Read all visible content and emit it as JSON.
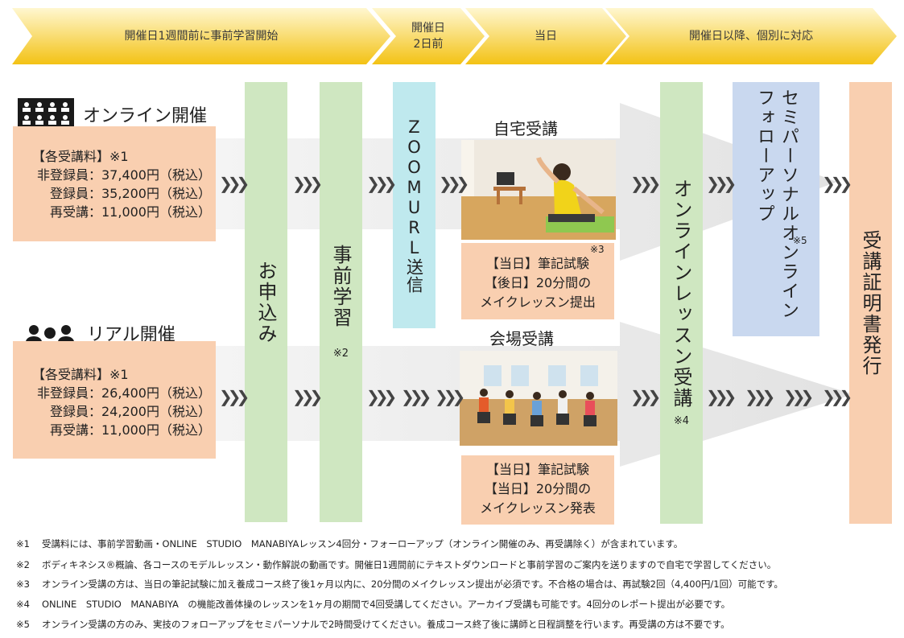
{
  "timeline": {
    "segments": [
      {
        "label": "開催日1週間前に事前学習開始"
      },
      {
        "label": "開催日\n2日前"
      },
      {
        "label": "当日"
      },
      {
        "label": "開催日以降、個別に対応"
      }
    ],
    "color": "#f5c518"
  },
  "online": {
    "heading": "オンライン開催",
    "fee_head": "【各受講料】※1",
    "fee_lines": [
      "非登録員：37,400円（税込）",
      "登録員：35,200円（税込）",
      "再受講：11,000円（税込）"
    ]
  },
  "real": {
    "heading": "リアル開催",
    "fee_head": "【各受講料】※1",
    "fee_lines": [
      "非登録員：26,400円（税込）",
      "登録員：24,200円（税込）",
      "再受講：11,000円（税込）"
    ]
  },
  "steps": {
    "apply": "お申込み",
    "prestudy": "事前学習",
    "prestudy_note": "※2",
    "zoom": "ZOOMURL送信",
    "lesson": "オンラインレッスン受講",
    "lesson_note": "※4",
    "followup": "セミパーソナルオンラインフォローアップ",
    "followup_note": "※5",
    "certificate": "受講証明書発行"
  },
  "home": {
    "heading": "自宅受講",
    "note_mark": "※3",
    "lines": [
      "【当日】筆記試験",
      "【後日】20分間の",
      "メイクレッスン提出"
    ]
  },
  "venue": {
    "heading": "会場受講",
    "lines": [
      "【当日】筆記試験",
      "【当日】20分間の",
      "メイクレッスン発表"
    ]
  },
  "chevron": "❯❯❯",
  "notes": [
    {
      "mark": "※1",
      "text": "受講料には、事前学習動画・ONLINE　STUDIO　MANABIYAレッスン4回分・フォーローアップ（オンライン開催のみ、再受講除く）が含まれています。"
    },
    {
      "mark": "※2",
      "text": "ボディキネシス®概論、各コースのモデルレッスン・動作解説の動画です。開催日1週間前にテキストダウンロードと事前学習のご案内を送りますので自宅で学習してください。"
    },
    {
      "mark": "※3",
      "text": "オンライン受講の方は、当日の筆記試験に加え養成コース終了後1ヶ月以内に、20分間のメイクレッスン提出が必須です。不合格の場合は、再試験2回（4,400円/1回）可能です。"
    },
    {
      "mark": "※4",
      "text": "ONLINE　STUDIO　MANABIYA　の機能改善体操のレッスンを1ヶ月の期間で4回受講してください。アーカイブ受講も可能です。4回分のレポート提出が必要です。"
    },
    {
      "mark": "※5",
      "text": "オンライン受講の方のみ、実技のフォローアップをセミパーソナルで2時間受けてください。養成コース終了後に講師と日程調整を行います。再受講の方は不要です。"
    }
  ]
}
